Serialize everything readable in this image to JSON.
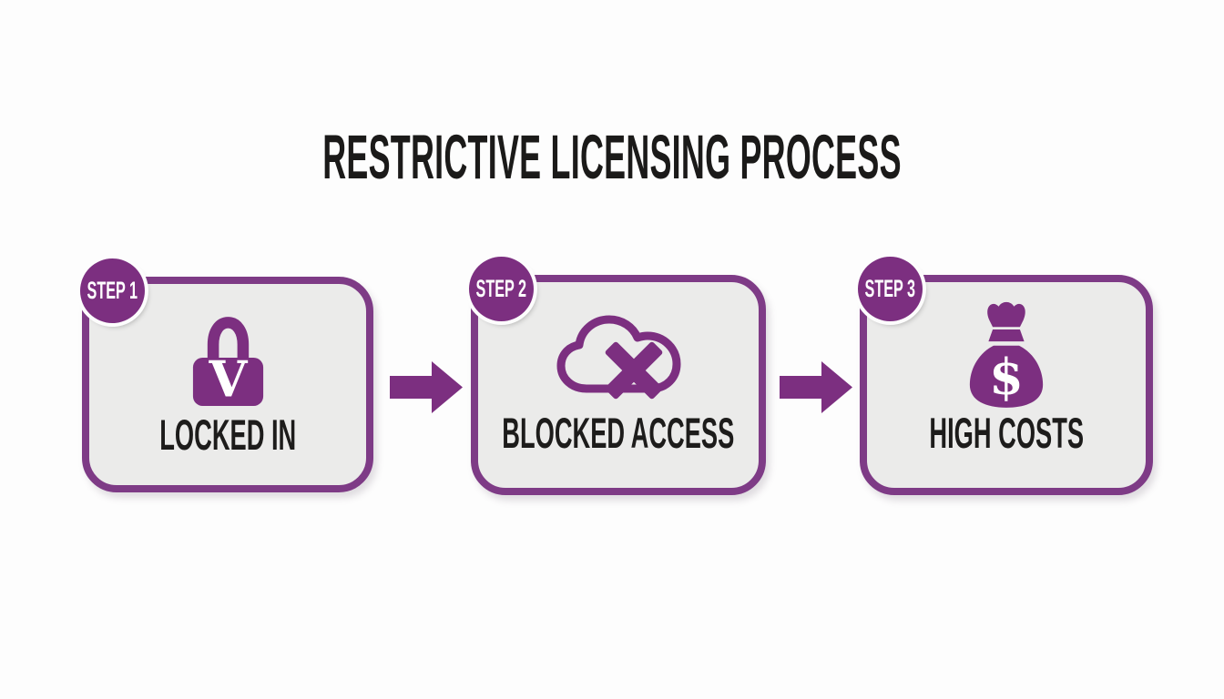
{
  "title": "RESTRICTIVE LICENSING PROCESS",
  "colors": {
    "purple": "#7c2f80",
    "border_purple": "#7e3b86",
    "card_bg": "#ebebea",
    "page_bg": "#fdfdfd",
    "title_text": "#1b1a19",
    "label_text": "#1d1c1b",
    "badge_text": "#ffffff"
  },
  "steps": [
    {
      "badge": "STEP 1",
      "label": "LOCKED IN",
      "icon": "lock-icon",
      "icon_letter": "V"
    },
    {
      "badge": "STEP 2",
      "label": "BLOCKED ACCESS",
      "icon": "cloud-blocked-icon"
    },
    {
      "badge": "STEP 3",
      "label": "HIGH COSTS",
      "icon": "money-bag-icon",
      "icon_letter": "$"
    }
  ],
  "connector_icon": "arrow-right-icon"
}
